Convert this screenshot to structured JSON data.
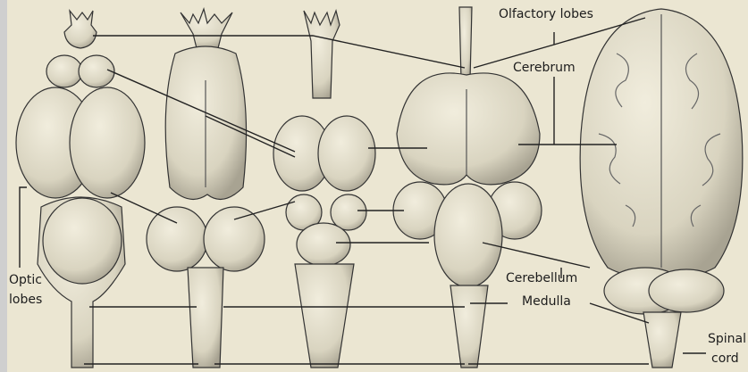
{
  "labels": {
    "olfactory": "Olfactory lobes",
    "cerebrum": "Cerebrum",
    "optic_line1": "Optic",
    "optic_line2": "lobes",
    "cerebellum": "Cerebellum",
    "medulla": "Medulla",
    "spinal_line1": "Spinal",
    "spinal_line2": "cord"
  },
  "colors": {
    "paper": "#ebe6d2",
    "brain_fill": "#e2ddca",
    "brain_shadow": "#b9b4a2",
    "ink": "#2b2b2b"
  }
}
